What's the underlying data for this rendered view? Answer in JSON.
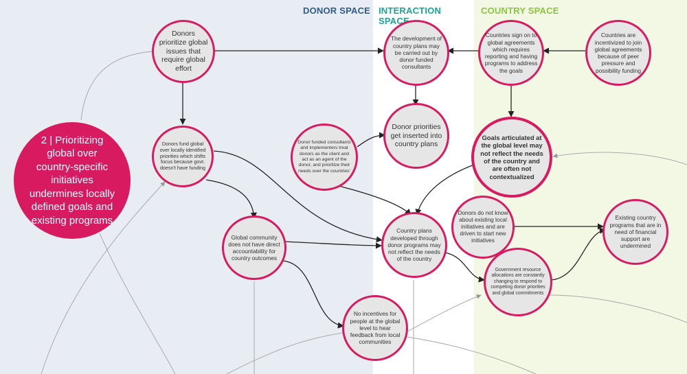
{
  "spaces": {
    "donor": {
      "title": "DONOR SPACE",
      "color": "#2e5c8a"
    },
    "interaction": {
      "title": "INTERACTION SPACE",
      "color": "#1aa39a"
    },
    "country": {
      "title": "COUNTRY SPACE",
      "color": "#8cc63f"
    }
  },
  "colors": {
    "node_border": "#d81b60",
    "node_fill": "#e6e6e6",
    "arrow": "#222222",
    "faint_line": "#aaaaaa"
  },
  "hero": {
    "text": "2 | Prioritizing global over country-specific initiatives undermines locally defined goals and existing programs"
  },
  "nodes": {
    "donors_prioritize": "Donors prioritize global issues that require global effort",
    "development_country_plans": "The development of country plans may be carried out by donor funded consultants",
    "countries_sign_on": "Countries sign on to global agreements which requires reporting and having programs to address the goals",
    "countries_incentivized": "Countries are incentivized to join global agreements because of peer pressure and possibility funding",
    "donors_fund_global": "Donors fund global over locally identified priorities which shifts focus because govt. doesn't have funding",
    "donor_funded_consultants": "Donor funded consultants and implementers treat donors as the client and act as an agent of the donor, and prioritize their needs over the countries'",
    "donor_priorities_inserted": "Donor priorities get inserted into country plans",
    "goals_articulated": "Goals articulated at the global level may not reflect the needs of the country and are often not contextualized",
    "global_community": "Global community does not have direct accountability for country outcomes",
    "country_plans_developed": "Country plans developed through donor programs may not reflect the needs of the country",
    "donors_do_not_know": "Donors do not know about existing local initiatives and are driven to start new initiatives",
    "existing_programs": "Existing country programs that are in need of financial support are undermined",
    "government_resource": "Government resource allocations are constantly changing to respond to competing donor priorities and global commitments",
    "no_incentives": "No incentives for people at the global level to hear feedback from local communities"
  }
}
